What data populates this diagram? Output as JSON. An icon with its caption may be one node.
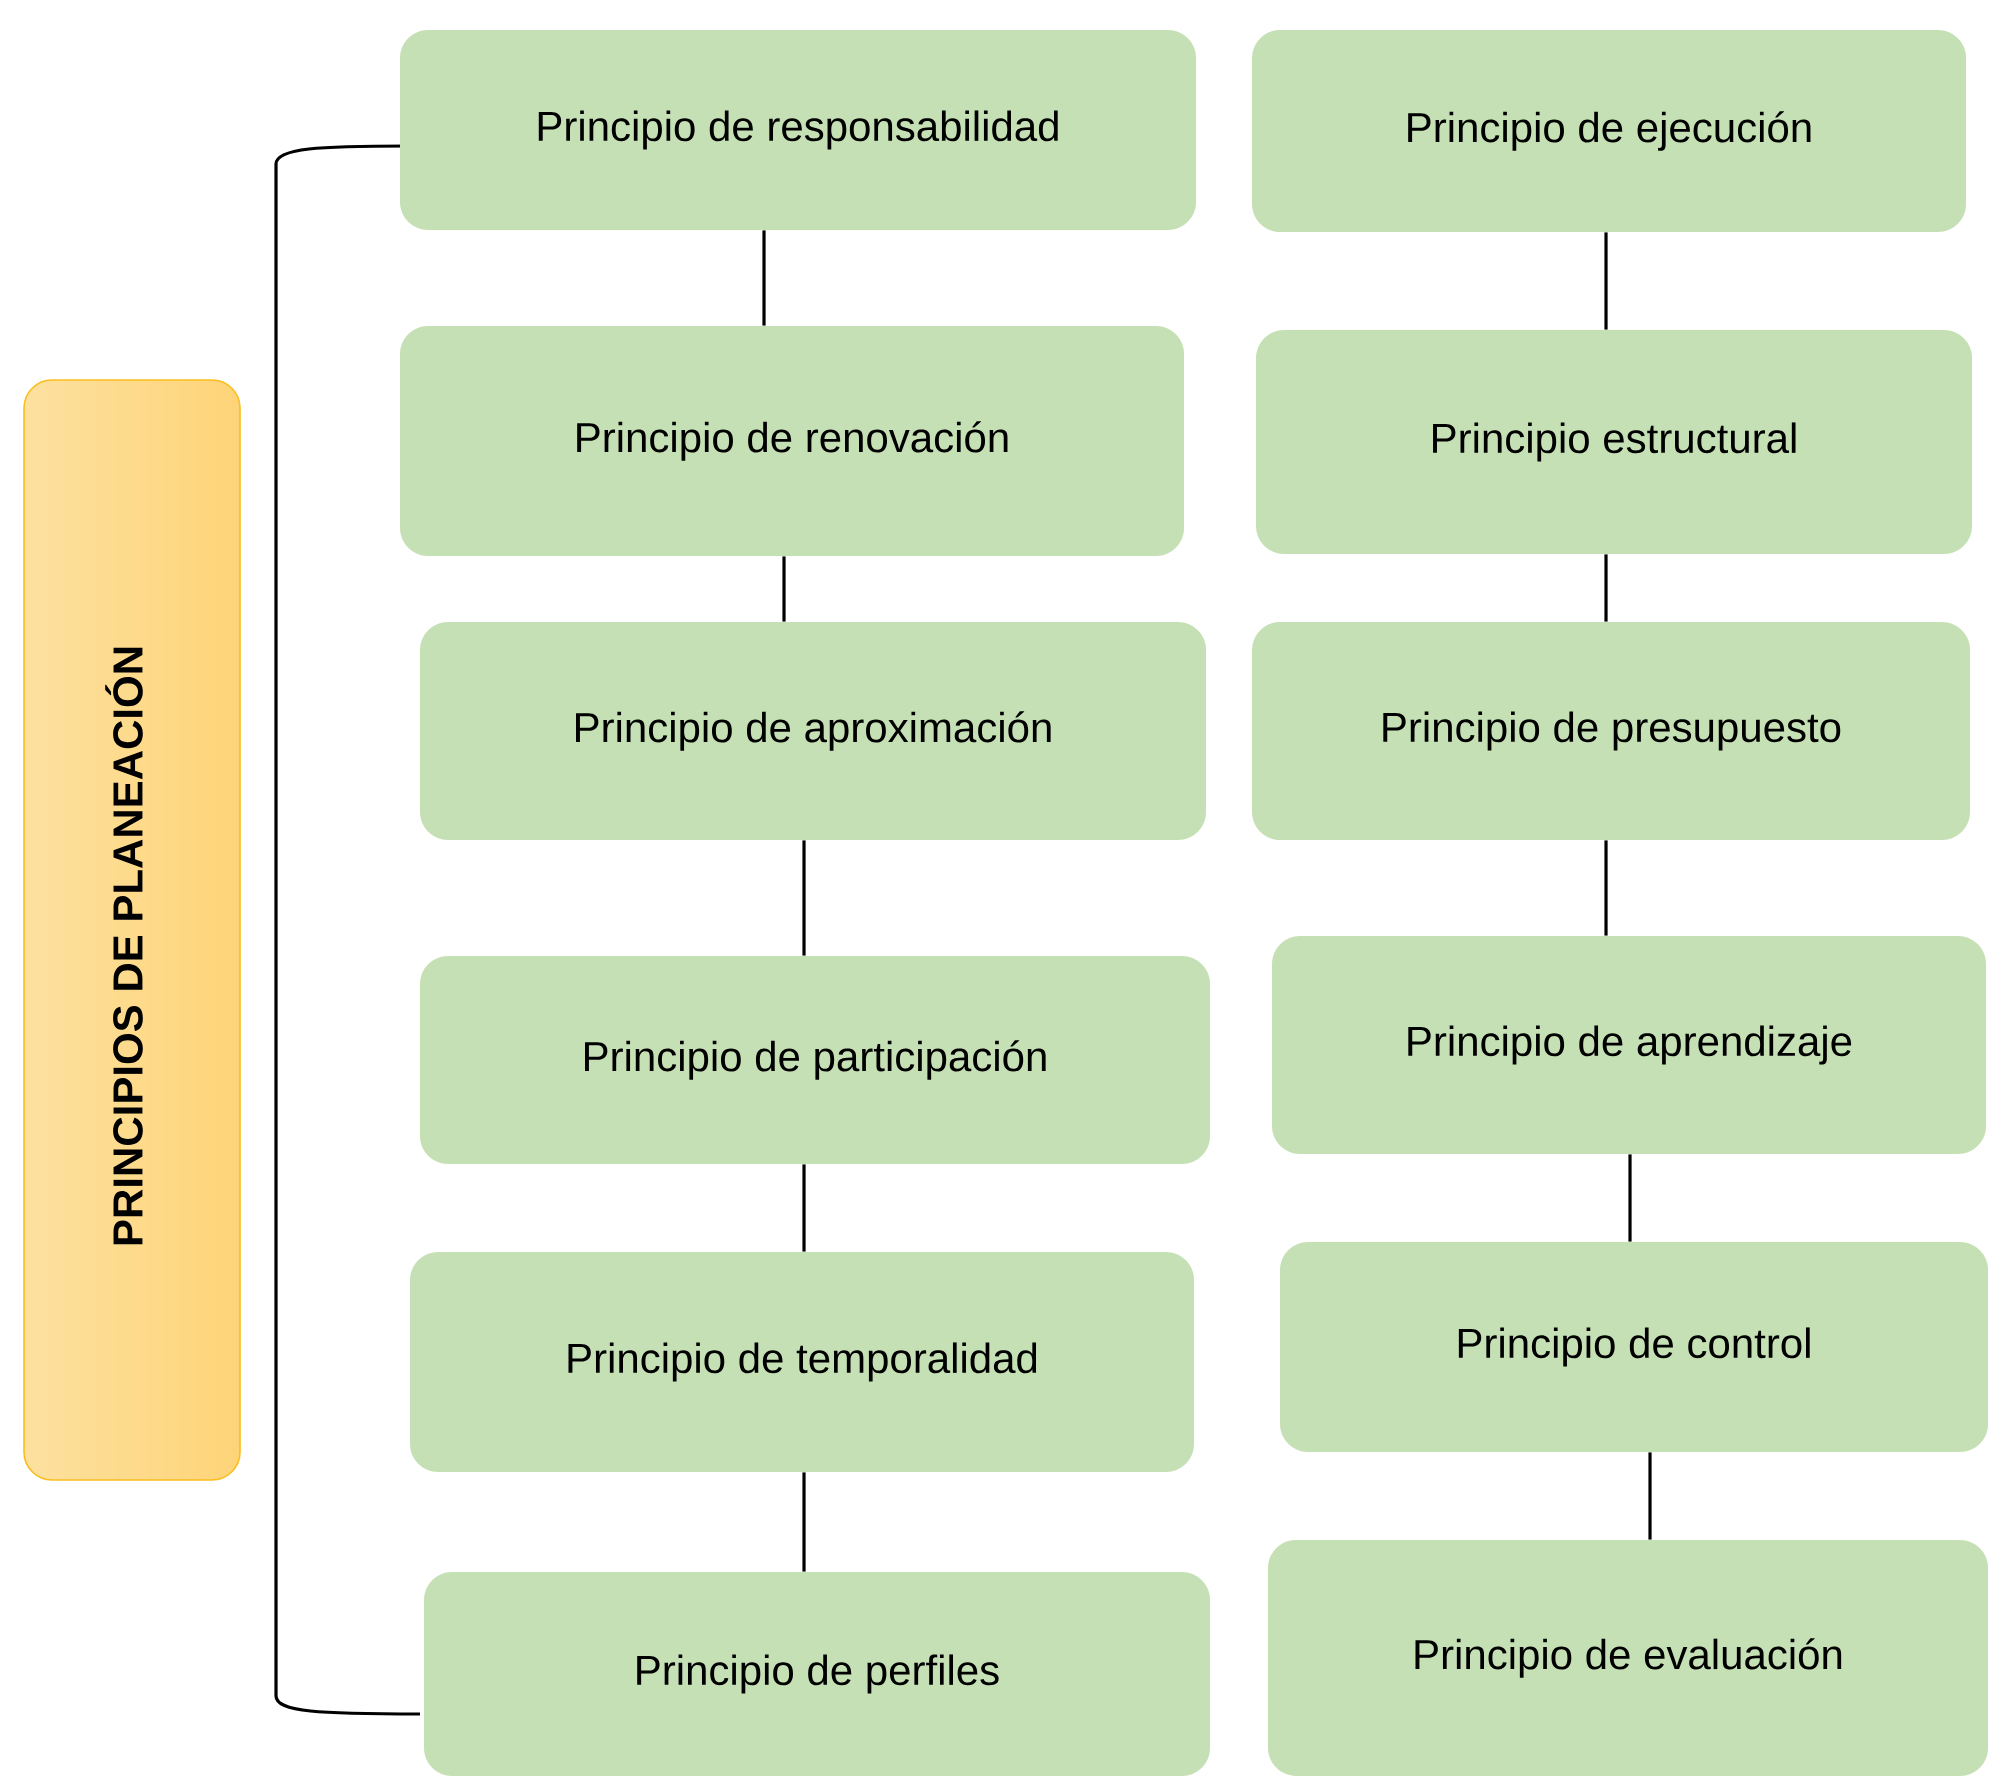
{
  "diagram": {
    "nodes": [
      {
        "text": [
          "PRINCIPIOS DE PLANEACIÓN"
        ]
      },
      {
        "text": [
          "Principio de responsabilidad"
        ]
      },
      {
        "text": [
          "Principio de renovación"
        ]
      },
      {
        "text": [
          "Principio de aproximación"
        ]
      },
      {
        "text": [
          "Principio de participación"
        ]
      },
      {
        "text": [
          "Principio de temporalidad"
        ]
      },
      {
        "text": [
          "Principio de perfiles"
        ]
      },
      {
        "text": [
          "Principio de ejecución"
        ]
      },
      {
        "text": [
          "Principio estructural"
        ]
      },
      {
        "text": [
          "Principio de presupuesto"
        ]
      },
      {
        "text": [
          "Principio de aprendizaje"
        ]
      },
      {
        "text": [
          "Principio de control"
        ]
      },
      {
        "text": [
          "Principio de evaluación"
        ]
      }
    ],
    "edges": [
      {
        "from": 1,
        "to": 2,
        "arrow": "none"
      },
      {
        "from": 2,
        "to": 3,
        "arrow": "none"
      },
      {
        "from": 3,
        "to": 4,
        "arrow": "none"
      },
      {
        "from": 4,
        "to": 5,
        "arrow": "none"
      },
      {
        "from": 5,
        "to": 6,
        "arrow": "none"
      },
      {
        "from": 7,
        "to": 8,
        "arrow": "none"
      },
      {
        "from": 8,
        "to": 9,
        "arrow": "none"
      },
      {
        "from": 9,
        "to": 10,
        "arrow": "none"
      },
      {
        "from": 10,
        "to": 11,
        "arrow": "none"
      },
      {
        "from": 11,
        "to": 12,
        "arrow": "none"
      }
    ]
  }
}
